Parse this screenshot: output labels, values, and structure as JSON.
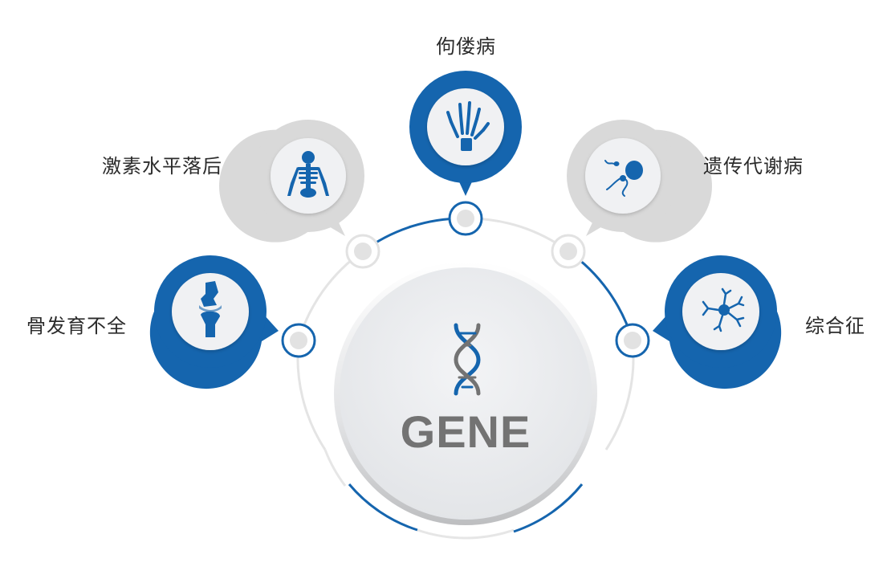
{
  "center": {
    "title": "GENE",
    "icon": "dna-icon"
  },
  "colors": {
    "primary": "#1565AE",
    "secondary": "#D6D6D6",
    "text": "#2b2b2b",
    "gene_text": "#737373"
  },
  "nodes": [
    {
      "id": "skeleton-dysplasia",
      "label": "骨发育不全",
      "icon": "bone-joint-icon",
      "style": "primary"
    },
    {
      "id": "hormone-deficiency",
      "label": "激素水平落后",
      "icon": "skeleton-icon",
      "style": "secondary"
    },
    {
      "id": "rickets",
      "label": "佝偻病",
      "icon": "hand-bones-icon",
      "style": "primary"
    },
    {
      "id": "metabolic-disease",
      "label": "遗传代谢病",
      "icon": "sperm-cell-icon",
      "style": "secondary"
    },
    {
      "id": "syndrome",
      "label": "综合征",
      "icon": "neuron-cell-icon",
      "style": "primary"
    }
  ]
}
